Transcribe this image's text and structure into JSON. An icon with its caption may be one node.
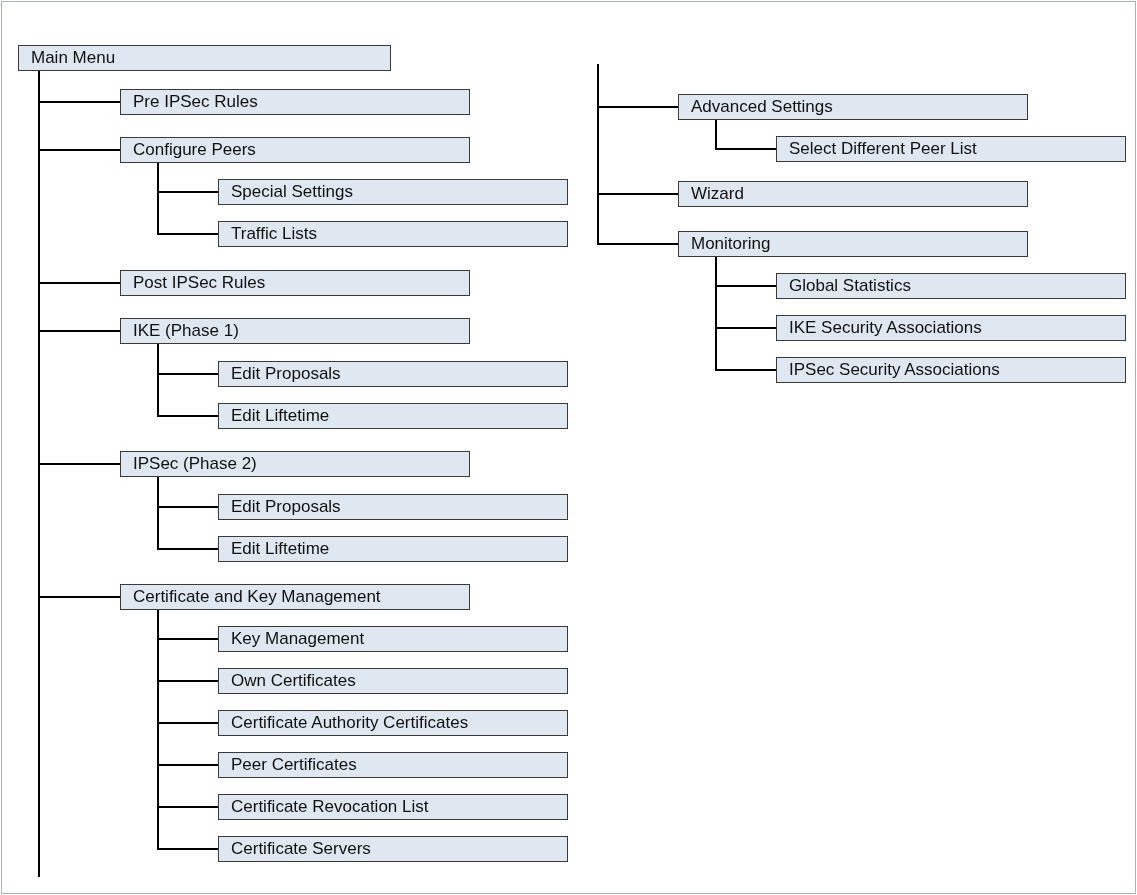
{
  "diagram": {
    "nodes": [
      {
        "text": [
          "Main Menu"
        ]
      },
      {
        "text": [
          "Pre IPSec Rules"
        ]
      },
      {
        "text": [
          "Configure Peers"
        ]
      },
      {
        "text": [
          "Special Settings"
        ]
      },
      {
        "text": [
          "Traffic Lists"
        ]
      },
      {
        "text": [
          "Post IPSec Rules"
        ]
      },
      {
        "text": [
          "IKE (Phase 1)"
        ]
      },
      {
        "text": [
          "Edit Proposals"
        ]
      },
      {
        "text": [
          "Edit Liftetime"
        ]
      },
      {
        "text": [
          "IPSec (Phase 2)"
        ]
      },
      {
        "text": [
          "Edit Proposals"
        ]
      },
      {
        "text": [
          "Edit Liftetime"
        ]
      },
      {
        "text": [
          "Certificate and Key Management"
        ]
      },
      {
        "text": [
          "Key Management"
        ]
      },
      {
        "text": [
          "Own Certificates"
        ]
      },
      {
        "text": [
          "Certificate Authority Certificates"
        ]
      },
      {
        "text": [
          "Peer Certificates"
        ]
      },
      {
        "text": [
          "Certificate Revocation List"
        ]
      },
      {
        "text": [
          "Certificate Servers"
        ]
      },
      {
        "text": [
          "Advanced Settings"
        ]
      },
      {
        "text": [
          "Select Different Peer List"
        ]
      },
      {
        "text": [
          "Wizard"
        ]
      },
      {
        "text": [
          "Monitoring"
        ]
      },
      {
        "text": [
          "Global Statistics"
        ]
      },
      {
        "text": [
          "IKE Security Associations"
        ]
      },
      {
        "text": [
          "IPSec Security Associations"
        ]
      }
    ],
    "edges": [
      {
        "from": 0,
        "to": 1,
        "arrow": "none"
      },
      {
        "from": 0,
        "to": 2,
        "arrow": "none"
      },
      {
        "from": 2,
        "to": 3,
        "arrow": "none"
      },
      {
        "from": 2,
        "to": 4,
        "arrow": "none"
      },
      {
        "from": 0,
        "to": 5,
        "arrow": "none"
      },
      {
        "from": 0,
        "to": 6,
        "arrow": "none"
      },
      {
        "from": 6,
        "to": 7,
        "arrow": "none"
      },
      {
        "from": 6,
        "to": 8,
        "arrow": "none"
      },
      {
        "from": 0,
        "to": 9,
        "arrow": "none"
      },
      {
        "from": 9,
        "to": 10,
        "arrow": "none"
      },
      {
        "from": 9,
        "to": 11,
        "arrow": "none"
      },
      {
        "from": 0,
        "to": 12,
        "arrow": "none"
      },
      {
        "from": 12,
        "to": 13,
        "arrow": "none"
      },
      {
        "from": 12,
        "to": 14,
        "arrow": "none"
      },
      {
        "from": 12,
        "to": 15,
        "arrow": "none"
      },
      {
        "from": 12,
        "to": 16,
        "arrow": "none"
      },
      {
        "from": 12,
        "to": 17,
        "arrow": "none"
      },
      {
        "from": 12,
        "to": 18,
        "arrow": "none"
      },
      {
        "from": null,
        "to": 19,
        "arrow": "none"
      },
      {
        "from": 19,
        "to": 20,
        "arrow": "none"
      },
      {
        "from": null,
        "to": 21,
        "arrow": "none"
      },
      {
        "from": null,
        "to": 22,
        "arrow": "none"
      },
      {
        "from": 22,
        "to": 23,
        "arrow": "none"
      },
      {
        "from": 22,
        "to": 24,
        "arrow": "none"
      },
      {
        "from": 22,
        "to": 25,
        "arrow": "none"
      }
    ]
  }
}
